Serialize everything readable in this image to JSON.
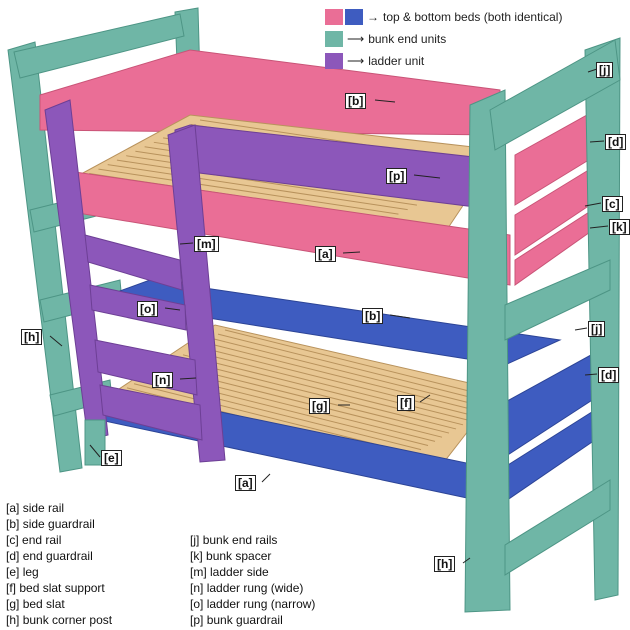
{
  "colors": {
    "pink": "#ea6e96",
    "pink_dark": "#c95477",
    "blue": "#3e5cc0",
    "blue_dark": "#2c4496",
    "teal": "#6fb6a6",
    "teal_dark": "#4d9585",
    "purple": "#8c57ba",
    "purple_dark": "#6d3f95",
    "wood": "#e8c793",
    "wood_dark": "#b8925c"
  },
  "legend": [
    {
      "swatches": [
        "pink",
        "blue"
      ],
      "text": "top & bottom beds (both identical)"
    },
    {
      "swatches": [
        "teal"
      ],
      "text": "bunk end units"
    },
    {
      "swatches": [
        "purple"
      ],
      "text": "ladder unit"
    }
  ],
  "callouts": [
    {
      "id": "j1",
      "text": "[j]"
    },
    {
      "id": "b1",
      "text": "[b]"
    },
    {
      "id": "d1",
      "text": "[d]"
    },
    {
      "id": "p1",
      "text": "[p]"
    },
    {
      "id": "c1",
      "text": "[c]"
    },
    {
      "id": "k1",
      "text": "[k]"
    },
    {
      "id": "m1",
      "text": "[m]"
    },
    {
      "id": "a1",
      "text": "[a]"
    },
    {
      "id": "o1",
      "text": "[o]"
    },
    {
      "id": "b2",
      "text": "[b]"
    },
    {
      "id": "j2",
      "text": "[j]"
    },
    {
      "id": "h1",
      "text": "[h]"
    },
    {
      "id": "n1",
      "text": "[n]"
    },
    {
      "id": "d2",
      "text": "[d]"
    },
    {
      "id": "g1",
      "text": "[g]"
    },
    {
      "id": "f1",
      "text": "[f]"
    },
    {
      "id": "e1",
      "text": "[e]"
    },
    {
      "id": "a2",
      "text": "[a]"
    },
    {
      "id": "h2",
      "text": "[h]"
    }
  ],
  "key_left": [
    {
      "code": "[a]",
      "label": "side rail"
    },
    {
      "code": "[b]",
      "label": "side guardrail"
    },
    {
      "code": "[c]",
      "label": "end rail"
    },
    {
      "code": "[d]",
      "label": "end guardrail"
    },
    {
      "code": "[e]",
      "label": "leg"
    },
    {
      "code": "[f]",
      "label": "bed slat support"
    },
    {
      "code": "[g]",
      "label": "bed slat"
    },
    {
      "code": "[h]",
      "label": "bunk corner post"
    }
  ],
  "key_right": [
    {
      "code": "[j]",
      "label": "bunk end rails"
    },
    {
      "code": "[k]",
      "label": "bunk spacer"
    },
    {
      "code": "[m]",
      "label": "ladder side"
    },
    {
      "code": "[n]",
      "label": "ladder rung (wide)"
    },
    {
      "code": "[o]",
      "label": "ladder rung (narrow)"
    },
    {
      "code": "[p]",
      "label": "bunk guardrail"
    }
  ]
}
